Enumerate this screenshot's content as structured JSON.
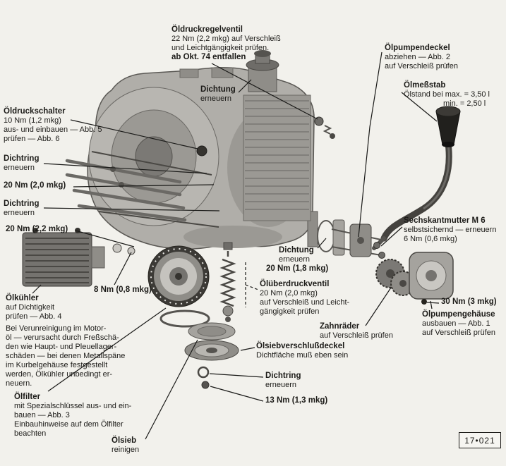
{
  "figure_number": "17•021",
  "colors": {
    "paper": "#f2f1ec",
    "ink": "#1c1b18"
  },
  "labels": {
    "oldruckregelventil": {
      "title": "Öldruckregelventil",
      "lines": [
        "22 Nm (2,2 mkg) auf Verschleiß",
        "und Leichtgängigkeit prüfen."
      ],
      "note": "ab Okt. 74 entfallen"
    },
    "olpumpendeckel": {
      "title": "Ölpumpendeckel",
      "lines": [
        "abziehen — Abb. 2",
        "auf Verschleiß prüfen"
      ]
    },
    "olmessstab": {
      "title": "Ölmeßstab",
      "lines": [
        "Ölstand bei max. = 3,50 l",
        "min. = 2,50 l"
      ]
    },
    "dichtung_top": {
      "title": "Dichtung",
      "lines": [
        "erneuern"
      ]
    },
    "oldruckschalter": {
      "title": "Öldruckschalter",
      "lines": [
        "10 Nm (1,2 mkg)",
        "aus- und einbauen — Abb. 5",
        "prüfen — Abb. 6"
      ]
    },
    "dichtring_1": {
      "title": "Dichtring",
      "lines": [
        "erneuern"
      ]
    },
    "torque_20_20": {
      "title": "20 Nm (2,0 mkg)"
    },
    "dichtring_2": {
      "title": "Dichtring",
      "lines": [
        "erneuern"
      ]
    },
    "torque_20_22": {
      "title": "20 Nm (2,2 mkg)"
    },
    "sechskantmutter": {
      "title": "Sechskantmutter M 6",
      "lines": [
        "selbstsichernd — erneuern",
        "6 Nm (0,6 mkg)"
      ]
    },
    "dichtung_mitte": {
      "title": "Dichtung",
      "lines": [
        "erneuern"
      ],
      "note": "20 Nm (1,8 mkg)"
    },
    "torque_8": {
      "title": "8 Nm (0,8 mkg)"
    },
    "olkuhler": {
      "title": "Ölkühler",
      "lines": [
        "auf Dichtigkeit",
        "prüfen — Abb. 4"
      ]
    },
    "olkuhler_hinweis": {
      "lines": [
        "Bei Verunreinigung im Motor-",
        "öl — verursacht durch Freßschä-",
        "den wie Haupt- und Pleuellager-",
        "schäden — bei denen Metallspäne",
        "im Kurbelgehäuse festgestellt",
        "werden, Ölkühler unbedingt er-",
        "neuern."
      ]
    },
    "oluberdruckventil": {
      "title": "Ölüberdruckventil",
      "lines": [
        "20 Nm (2,0 mkg)",
        "auf Verschleiß und Leicht-",
        "gängigkeit prüfen"
      ]
    },
    "torque_30": {
      "title": "30 Nm (3 mkg)"
    },
    "olpumpengehause": {
      "title": "Ölpumpengehäuse",
      "lines": [
        "ausbauen — Abb. 1",
        "auf Verschleiß prüfen"
      ]
    },
    "zahnrader": {
      "title": "Zahnräder",
      "lines": [
        "auf Verschleiß prüfen"
      ]
    },
    "olsiebverschlussdeckel": {
      "title": "Ölsiebverschlußdeckel",
      "lines": [
        "Dichtfläche muß eben sein"
      ]
    },
    "dichtring_3": {
      "title": "Dichtring",
      "lines": [
        "erneuern"
      ]
    },
    "torque_13": {
      "title": "13 Nm (1,3 mkg)"
    },
    "olfilter": {
      "title": "Ölfilter",
      "lines": [
        "mit Spezialschlüssel aus- und ein-",
        "bauen — Abb. 3",
        "Einbauhinweise auf dem Ölfilter",
        "beachten"
      ]
    },
    "olsieb": {
      "title": "Ölsieb",
      "lines": [
        "reinigen"
      ]
    }
  }
}
